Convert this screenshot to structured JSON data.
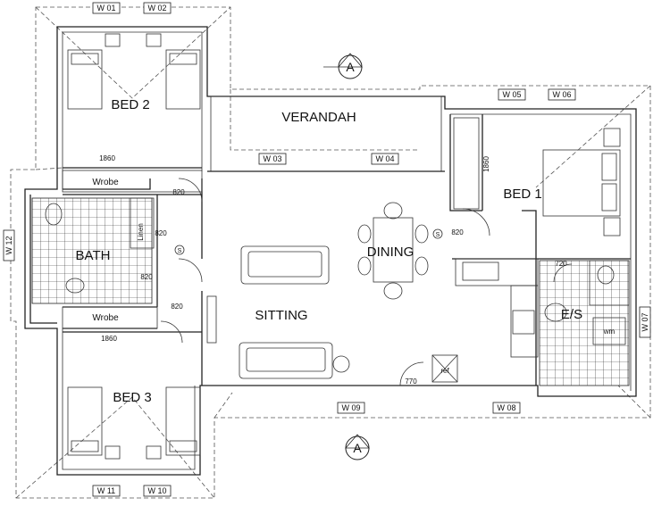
{
  "rooms": {
    "bed2": "BED 2",
    "bed1": "BED 1",
    "bed3": "BED 3",
    "verandah": "VERANDAH",
    "dining": "DINING",
    "sitting": "SITTING",
    "bath": "BATH",
    "es": "E/S",
    "linen": "Linen"
  },
  "wrobes": [
    "Wrobe",
    "Wrobe"
  ],
  "windows": {
    "w01": "W 01",
    "w02": "W 02",
    "w03": "W 03",
    "w04": "W 04",
    "w05": "W 05",
    "w06": "W 06",
    "w07": "W 07",
    "w08": "W 08",
    "w09": "W 09",
    "w10": "W 10",
    "w11": "W 11",
    "w12": "W 12"
  },
  "dimensions": {
    "d1860_top": "1860",
    "d1860_bottom": "1860",
    "d1860_bed1": "1860",
    "d820_a": "820",
    "d820_b": "820",
    "d820_c": "820",
    "d820_d": "820",
    "d820_e": "820",
    "d720": "720",
    "d770": "770"
  },
  "section_marks": [
    "A",
    "A"
  ],
  "fixtures": {
    "ref": "ref",
    "wm": "wm",
    "smoke1": "S",
    "smoke2": "S"
  }
}
